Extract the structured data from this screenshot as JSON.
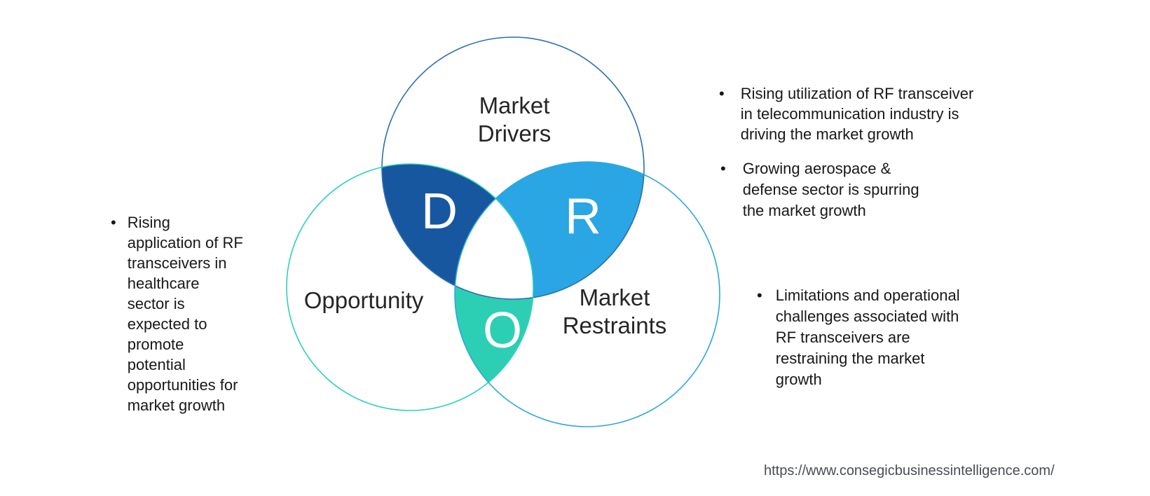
{
  "venn": {
    "letters": {
      "d": "D",
      "r": "R",
      "o": "O"
    },
    "labels": {
      "drivers": [
        "Market",
        "Drivers"
      ],
      "opportunity": [
        "Opportunity"
      ],
      "restraints": [
        "Market",
        "Restraints"
      ]
    }
  },
  "colors": {
    "d_lens": "#1757A0",
    "r_lens": "#29A6E3",
    "o_lens": "#2CCFB3",
    "drivers_outline": "#2C6FB2",
    "opportunity_outline": "#2BD2B6",
    "restraints_outline": "#2EA7DF",
    "letter_text": "#FFFFFF",
    "label_text": "#262626",
    "note_text": "#17181A",
    "url_text": "#494D53"
  },
  "bullet_glyph": "•",
  "notes": {
    "opportunity_note": {
      "lines": [
        "Rising",
        "application of RF",
        "transceivers in",
        "healthcare",
        "sector is",
        "expected to",
        "promote",
        "potential",
        "opportunities for",
        "market growth"
      ]
    },
    "driver_note_1": {
      "lines": [
        "Rising utilization of RF transceiver",
        "in telecommunication industry is",
        "driving the market growth"
      ]
    },
    "driver_note_2": {
      "lines": [
        "Growing aerospace &",
        "defense sector is spurring",
        "the market growth"
      ]
    },
    "restraint_note_1": {
      "lines": [
        "Limitations and operational",
        "challenges associated with",
        "RF transceivers are",
        "restraining the market",
        "growth"
      ]
    }
  },
  "footer": {
    "url": "https://www.consegicbusinessintelligence.com/"
  }
}
